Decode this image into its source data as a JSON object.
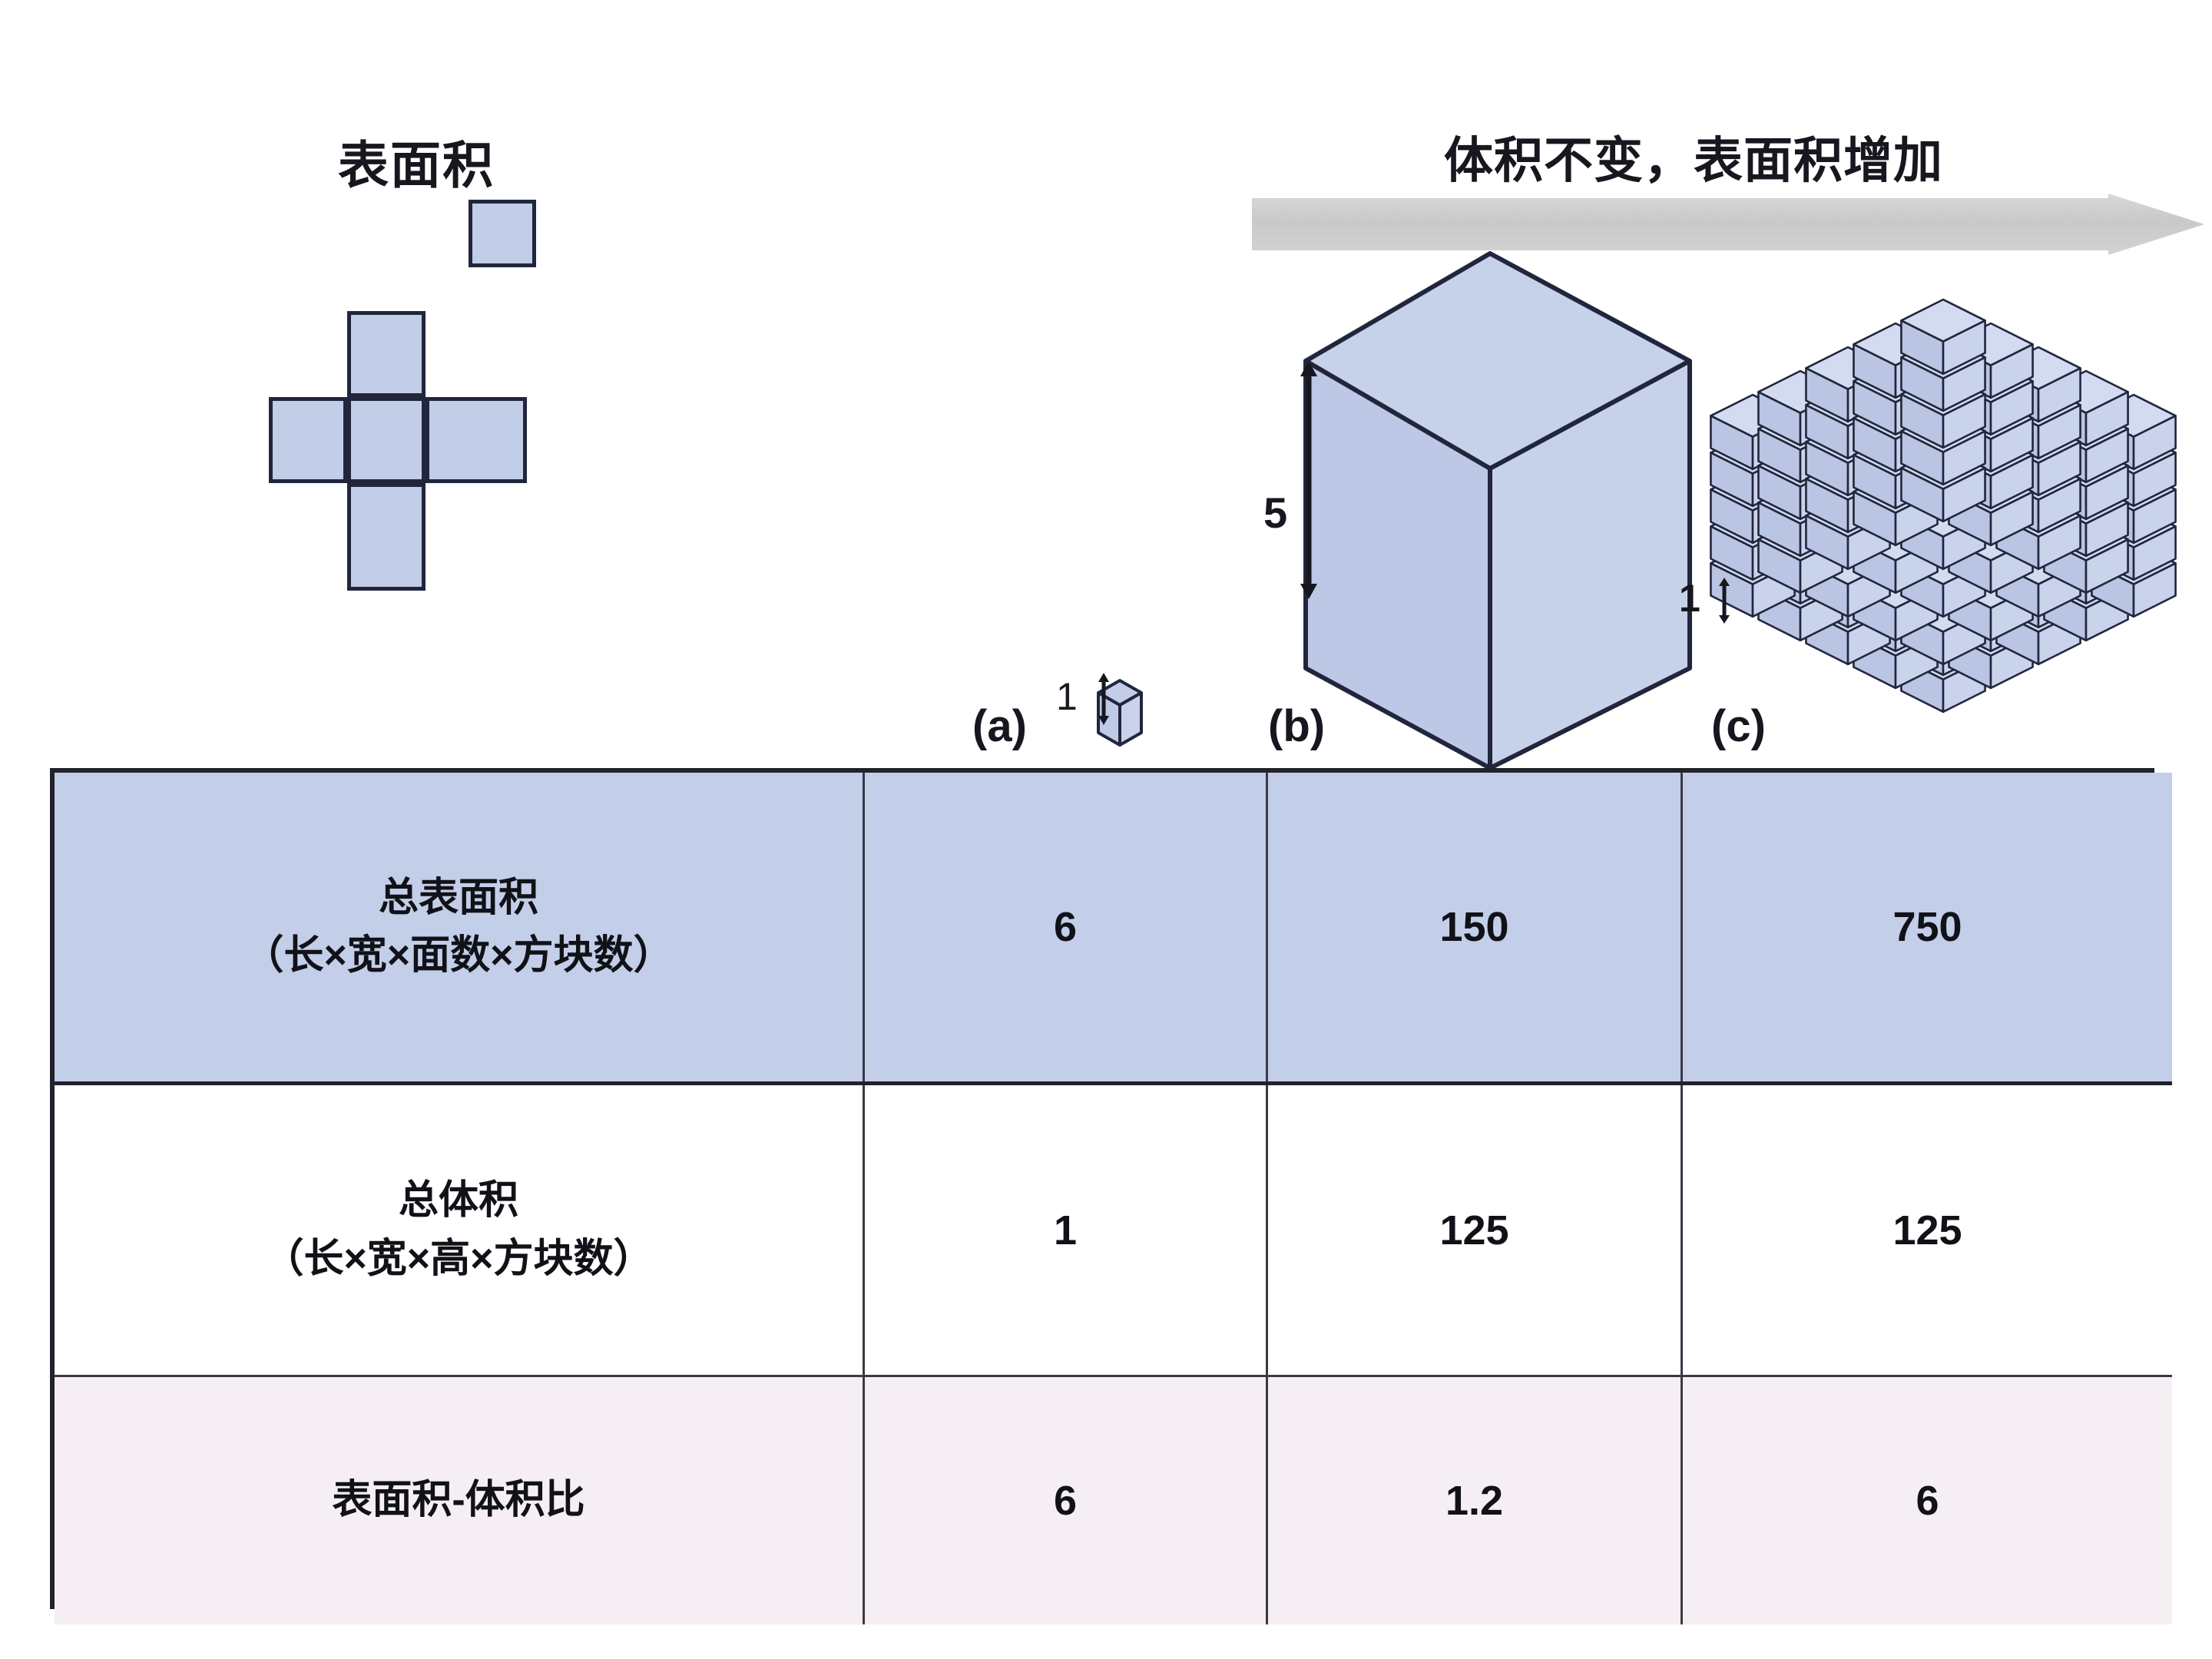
{
  "headings": {
    "surface_area": "表面积",
    "transform": "体积不变，表面积增加"
  },
  "panels": {
    "a": {
      "label": "(a)",
      "dimension": "1",
      "icon": "single-unit-cube"
    },
    "b": {
      "label": "(b)",
      "dimension": "5",
      "icon": "large-solid-cube"
    },
    "c": {
      "label": "(c)",
      "dimension": "1",
      "icon": "subdivided-cube-5x5x5"
    }
  },
  "net": {
    "icon": "cube-net-cross",
    "face_count": 6,
    "note_faces": [
      "top",
      "left",
      "center",
      "right",
      "bottom",
      "detached"
    ]
  },
  "arrow": {
    "icon": "right-arrow",
    "direction": "right"
  },
  "table": {
    "rows": [
      {
        "label_line1": "总表面积",
        "label_line2": "（长×宽×面数×方块数）",
        "a": "6",
        "b": "150",
        "c": "750"
      },
      {
        "label_line1": "总体积",
        "label_line2": "（长×宽×高×方块数）",
        "a": "1",
        "b": "125",
        "c": "125"
      },
      {
        "label_line1": "表面积-体积比",
        "label_line2": "",
        "a": "6",
        "b": "1.2",
        "c": "6"
      }
    ]
  },
  "colors": {
    "face_fill": "#c2cde8",
    "face_stroke": "#21263c",
    "header_row": "#c3cee8",
    "ratio_row": "#f5eff3",
    "arrow_fill": "#cfcfcf",
    "text": "#17171f"
  }
}
